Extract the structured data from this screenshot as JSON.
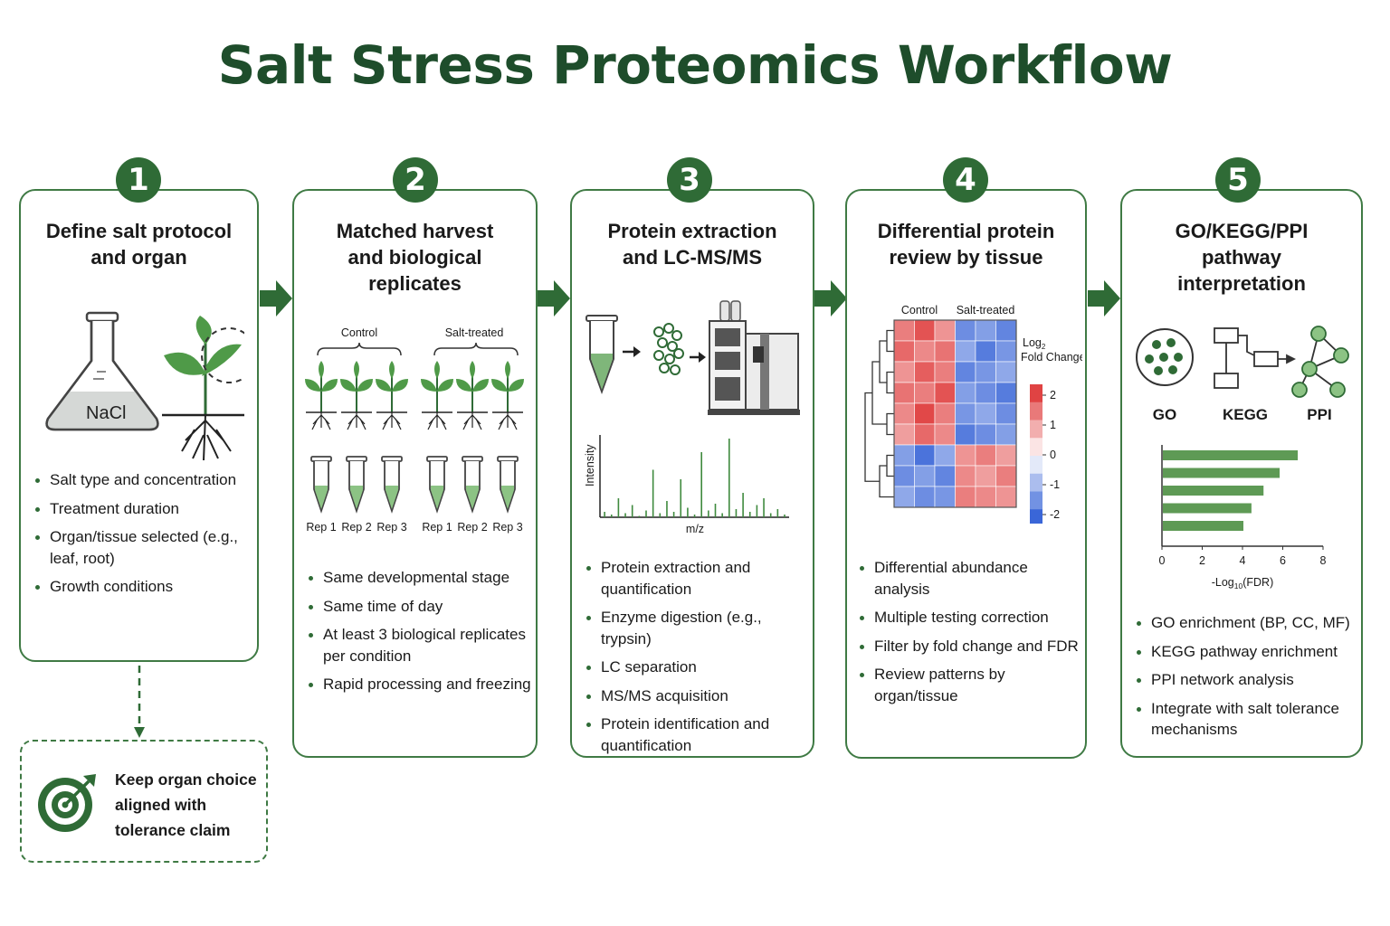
{
  "title": "Salt Stress Proteomics Workflow",
  "steps": [
    {
      "number": "1",
      "title": "Define salt protocol and organ",
      "flask_label": "NaCl",
      "bullets": [
        "Salt type and concentration",
        "Treatment duration",
        "Organ/tissue selected (e.g., leaf, root)",
        "Growth conditions"
      ]
    },
    {
      "number": "2",
      "title": "Matched harvest and biological replicates",
      "groups": [
        "Control",
        "Salt-treated"
      ],
      "reps": [
        "Rep 1",
        "Rep 2",
        "Rep 3",
        "Rep 1",
        "Rep 2",
        "Rep 3"
      ],
      "bullets": [
        "Same developmental stage",
        "Same time of day",
        "At least 3 biological replicates per condition",
        "Rapid processing and freezing"
      ]
    },
    {
      "number": "3",
      "title": "Protein extraction and LC-MS/MS",
      "y_axis": "Intensity",
      "x_axis": "m/z",
      "bullets": [
        "Protein extraction and quantification",
        "Enzyme digestion (e.g., trypsin)",
        "LC separation",
        "MS/MS acquisition",
        "Protein identification and quantification"
      ]
    },
    {
      "number": "4",
      "title": "Differential protein review by tissue",
      "heat_columns": [
        "Control",
        "Salt-treated"
      ],
      "legend_title_1": "Log",
      "legend_title_sub": "2",
      "legend_title_2": "Fold Change",
      "legend_ticks": [
        "2",
        "1",
        "0",
        "-1",
        "-2"
      ],
      "bullets": [
        "Differential abundance analysis",
        "Multiple testing correction",
        "Filter by fold change and FDR",
        "Review patterns by organ/tissue"
      ]
    },
    {
      "number": "5",
      "title": "GO/KEGG/PPI pathway interpretation",
      "icons": [
        "GO",
        "KEGG",
        "PPI"
      ],
      "x_ticks": [
        "0",
        "2",
        "4",
        "6",
        "8"
      ],
      "x_label_1": "-Log",
      "x_label_sub": "10",
      "x_label_2": "(FDR)",
      "bullets": [
        "GO enrichment (BP, CC, MF)",
        "KEGG pathway enrichment",
        "PPI network analysis",
        "Integrate with salt tolerance mechanisms"
      ]
    }
  ],
  "tip": "Keep organ choice aligned with tolerance claim",
  "colors": {
    "accent": "#2f6b36",
    "border": "#3f7a44",
    "leaf": "#4f9a48",
    "bar": "#5e9a55"
  },
  "chart_data": [
    {
      "type": "heatmap",
      "columns": [
        "Control",
        "Control",
        "Control",
        "Salt-treated",
        "Salt-treated",
        "Salt-treated"
      ],
      "values": [
        [
          1.2,
          1.6,
          1.0,
          -1.3,
          -1.1,
          -1.4
        ],
        [
          1.4,
          1.1,
          1.3,
          -1.0,
          -1.5,
          -1.2
        ],
        [
          1.0,
          1.5,
          1.2,
          -1.4,
          -1.2,
          -1.0
        ],
        [
          1.3,
          1.2,
          1.6,
          -1.1,
          -1.3,
          -1.5
        ],
        [
          1.1,
          1.7,
          1.2,
          -1.2,
          -1.0,
          -1.3
        ],
        [
          0.9,
          1.4,
          1.1,
          -1.5,
          -1.3,
          -1.1
        ],
        [
          -1.1,
          -1.6,
          -1.0,
          1.0,
          1.2,
          0.9
        ],
        [
          -1.3,
          -1.1,
          -1.4,
          1.1,
          0.9,
          1.2
        ],
        [
          -1.0,
          -1.3,
          -1.2,
          1.2,
          1.1,
          1.0
        ]
      ],
      "scale": [
        -2,
        2
      ]
    },
    {
      "type": "bar",
      "orientation": "horizontal",
      "values": [
        6.7,
        5.8,
        5.0,
        4.4,
        4.0
      ],
      "xlim": [
        0,
        8
      ]
    },
    {
      "type": "line",
      "x": [
        2,
        5,
        8,
        11,
        14,
        17,
        20,
        23,
        26,
        29,
        32,
        35,
        38,
        41,
        44,
        47,
        50,
        53,
        56,
        59,
        62,
        65,
        68,
        71,
        74,
        77,
        80
      ],
      "values": [
        4,
        2,
        14,
        3,
        9,
        1,
        5,
        35,
        3,
        12,
        4,
        28,
        7,
        2,
        48,
        5,
        10,
        3,
        58,
        6,
        18,
        4,
        9,
        14,
        3,
        6,
        2
      ]
    }
  ]
}
